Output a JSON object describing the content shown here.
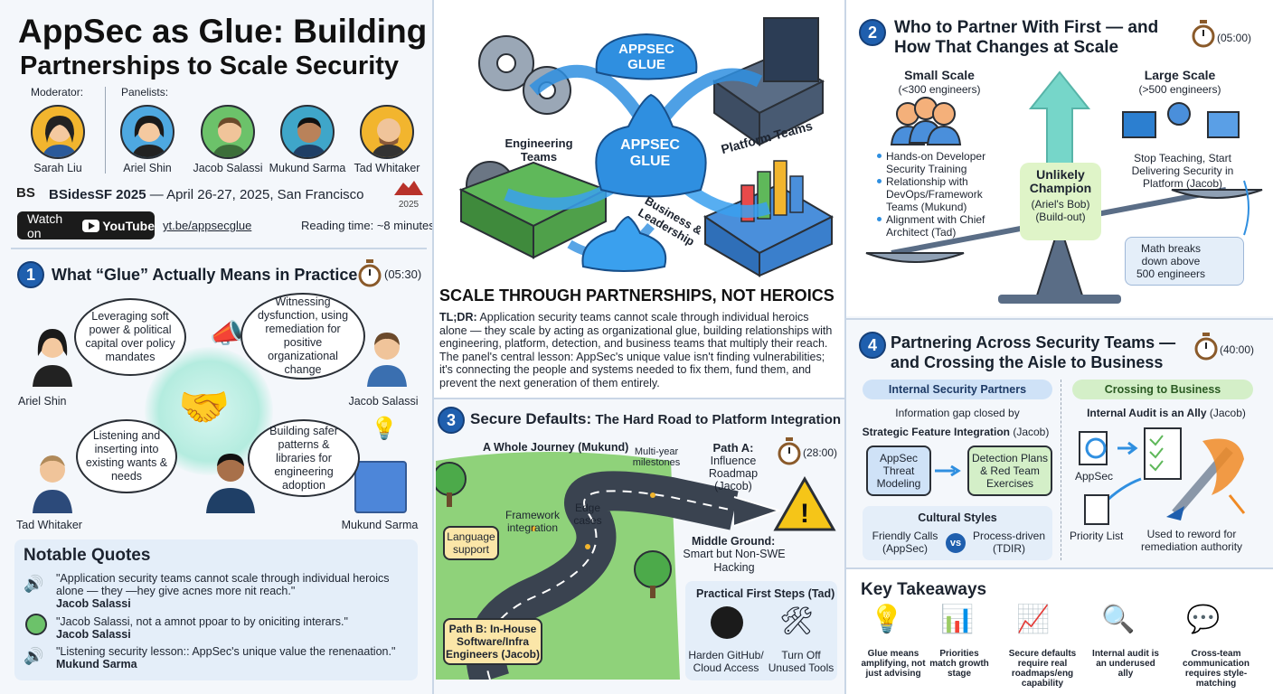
{
  "header": {
    "title_line1": "AppSec as Glue: Building",
    "title_line2": "Partnerships to Scale Security",
    "moderator_label": "Moderator:",
    "panelists_label": "Panelists:",
    "moderator": "Sarah Liu",
    "panelists": [
      "Ariel Shin",
      "Jacob Salassi",
      "Mukund Sarma",
      "Tad Whitaker"
    ],
    "event": "BSidesSF 2025",
    "event_dates": " — April 26-27, 2025, San Francisco",
    "year": "2025",
    "watch_label": "Watch on",
    "youtube": "YouTube",
    "link": "yt.be/appsecglue",
    "reading_time": "Reading time: ~8 minutes"
  },
  "section1": {
    "number": "1",
    "title": "What “Glue” Actually Means in Practice",
    "time": "(05:30)",
    "bubbles": [
      "Leveraging soft power & political capital over policy mandates",
      "Witnessing dysfunction, using remediation for positive organizational change",
      "Listening and inserting into existing wants & needs",
      "Building safer patterns & libraries for engineering adoption"
    ],
    "names": [
      "Ariel Shin",
      "Jacob Salassi",
      "Tad Whitaker",
      "Mukund Sarma"
    ]
  },
  "quotes": {
    "title": "Notable Quotes",
    "items": [
      {
        "text": "\"Application security teams cannot scale through individual heroics alone — they —hey give acnes more nit reach.\"",
        "author": "Jacob Salassi"
      },
      {
        "text": "\"Jacob Salassi, not a amnot ppoar to by oniciting interars.\"",
        "author": "Jacob Salassi"
      },
      {
        "text": "\"Listening security lesson:: AppSec's unique value the renenaation.\"",
        "author": "Mukund Sarma"
      }
    ]
  },
  "hero": {
    "glue_top": "APPSEC\nGLUE",
    "glue_center": "APPSEC\nGLUE",
    "engineering": "Engineering\nTeams",
    "platform": "Platform Teams",
    "business": "Business &\nLeadership",
    "headline": "SCALE THROUGH PARTNERSHIPS, NOT HEROICS",
    "tldr_label": "TL;DR:",
    "tldr": " Application security teams cannot scale through individual heroics alone — they scale by acting as organizational glue, building relationships with engineering, platform, detection, and business teams that multiply their reach. The panel's central lesson: AppSec's unique value isn't finding vulnerabilities; it's connecting the people and systems needed to fix them, fund them, and prevent the next generation of them entirely."
  },
  "section3": {
    "number": "3",
    "title_bold": "Secure Defaults:",
    "title_rest": " The Hard Road to Platform Integration",
    "journey": "A Whole Journey (Mukund)",
    "milestones": "Multi-year\nmilestones",
    "framework": "Framework\nintegration",
    "edge": "Edge\ncases",
    "language": "Language\nsupport",
    "path_a": "Path A:",
    "path_a_desc": "Influence\nRoadmap\n(Jacob)",
    "time": "(28:00)",
    "middle": "Middle Ground:",
    "middle_desc": "Smart but Non-SWE\nHacking",
    "path_b": "Path B: In-House\nSoftware/Infra\nEngineers (Jacob)",
    "first_steps": "Practical First Steps (Tad)",
    "step1": "Harden GitHub/\nCloud Access",
    "step2": "Turn Off\nUnused Tools"
  },
  "section2": {
    "number": "2",
    "title": "Who to Partner With First — and\nHow That Changes at Scale",
    "time": "(05:00)",
    "small": "Small Scale",
    "small_sub": "(<300 engineers)",
    "large": "Large Scale",
    "large_sub": "(>500 engineers)",
    "small_items": [
      "Hands-on Developer Security Training",
      "Relationship with DevOps/Framework Teams (Mukund)",
      "Alignment with Chief Architect (Tad)"
    ],
    "champion": "Unlikely\nChampion",
    "champion_sub": "(Ariel's Bob)\n(Build-out)",
    "large_item": "Stop Teaching, Start\nDelivering Security in\nPlatform (Jacob)",
    "math": "Math breaks\ndown above\n500 engineers"
  },
  "section4": {
    "number": "4",
    "title": "Partnering Across Security Teams —\nand Crossing the Aisle to Business",
    "time": "(40:00)",
    "internal": "Internal Security Partners",
    "crossing": "Crossing to Business",
    "gap": "Information gap closed by",
    "strategic": "Strategic Feature Integration",
    "strategic_who": " (Jacob)",
    "threat": "AppSec\nThreat\nModeling",
    "detection": "Detection Plans\n& Red Team\nExercises",
    "cultural": "Cultural Styles",
    "friendly": "Friendly Calls\n(AppSec)",
    "vs": "vs",
    "process": "Process-driven\n(TDIR)",
    "audit_bold": "Internal Audit is an Ally",
    "audit_who": " (Jacob)",
    "appsec": "AppSec",
    "priority": "Priority List",
    "reword": "Used to reword for\nremediation authority"
  },
  "takeaways": {
    "title": "Key Takeaways",
    "items": [
      "Glue means amplifying, not just advising",
      "Priorities match growth stage",
      "Secure defaults require real roadmaps/eng capability",
      "Internal audit is an underused ally",
      "Cross-team communication requires style-matching"
    ]
  },
  "colors": {
    "accent": "#1f5fae",
    "glue": "#2f8fe0",
    "green": "#5fb85a",
    "orange": "#f08a24"
  }
}
